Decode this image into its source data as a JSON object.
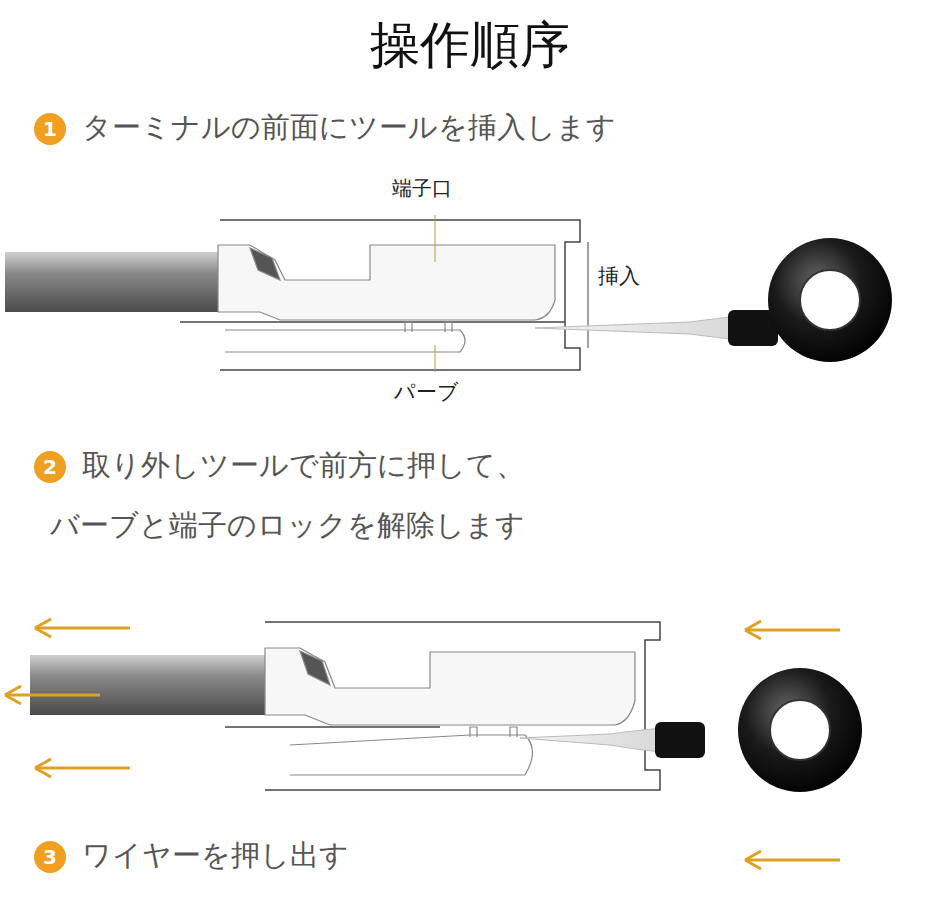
{
  "diagram": {
    "title": "操作順序",
    "nodes": [
      {
        "text": [
          "1"
        ]
      },
      {
        "text": [
          "2"
        ]
      },
      {
        "text": [
          "3"
        ]
      }
    ],
    "labels": [
      "ターミナルの前面にツールを挿入します",
      "端子口",
      "挿入",
      "パーブ",
      "取り外しツールで前方に押して、",
      "バーブと端子のロックを解除します",
      "ワイヤーを押し出す"
    ]
  }
}
